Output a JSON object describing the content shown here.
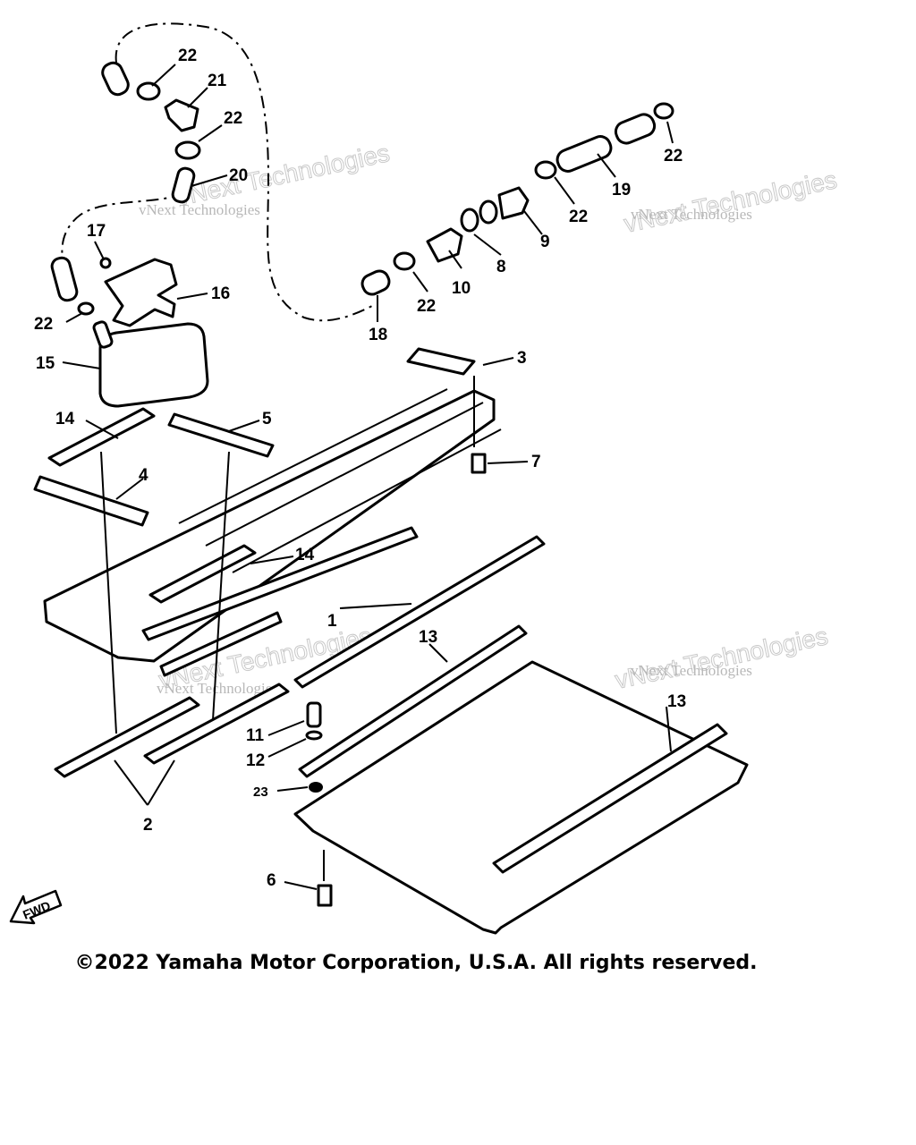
{
  "callouts": [
    {
      "id": "c1",
      "label": "1"
    },
    {
      "id": "c2",
      "label": "2"
    },
    {
      "id": "c3",
      "label": "3"
    },
    {
      "id": "c4",
      "label": "4"
    },
    {
      "id": "c5",
      "label": "5"
    },
    {
      "id": "c6",
      "label": "6"
    },
    {
      "id": "c7",
      "label": "7"
    },
    {
      "id": "c8",
      "label": "8"
    },
    {
      "id": "c9",
      "label": "9"
    },
    {
      "id": "c10",
      "label": "10"
    },
    {
      "id": "c11",
      "label": "11"
    },
    {
      "id": "c12",
      "label": "12"
    },
    {
      "id": "c13a",
      "label": "13"
    },
    {
      "id": "c13b",
      "label": "13"
    },
    {
      "id": "c14a",
      "label": "14"
    },
    {
      "id": "c14b",
      "label": "14"
    },
    {
      "id": "c15",
      "label": "15"
    },
    {
      "id": "c16",
      "label": "16"
    },
    {
      "id": "c17",
      "label": "17"
    },
    {
      "id": "c18",
      "label": "18"
    },
    {
      "id": "c19",
      "label": "19"
    },
    {
      "id": "c20",
      "label": "20"
    },
    {
      "id": "c21",
      "label": "21"
    },
    {
      "id": "c22a",
      "label": "22"
    },
    {
      "id": "c22b",
      "label": "22"
    },
    {
      "id": "c22c",
      "label": "22"
    },
    {
      "id": "c22d",
      "label": "22"
    },
    {
      "id": "c22e",
      "label": "22"
    },
    {
      "id": "c22f",
      "label": "22"
    },
    {
      "id": "c23",
      "label": "23"
    }
  ],
  "watermark": {
    "line1": "vNext Technologies",
    "line2": "vNext Technologies"
  },
  "fwd_label": "FWD",
  "copyright": "©2022 Yamaha Motor Corporation, U.S.A. All rights reserved."
}
